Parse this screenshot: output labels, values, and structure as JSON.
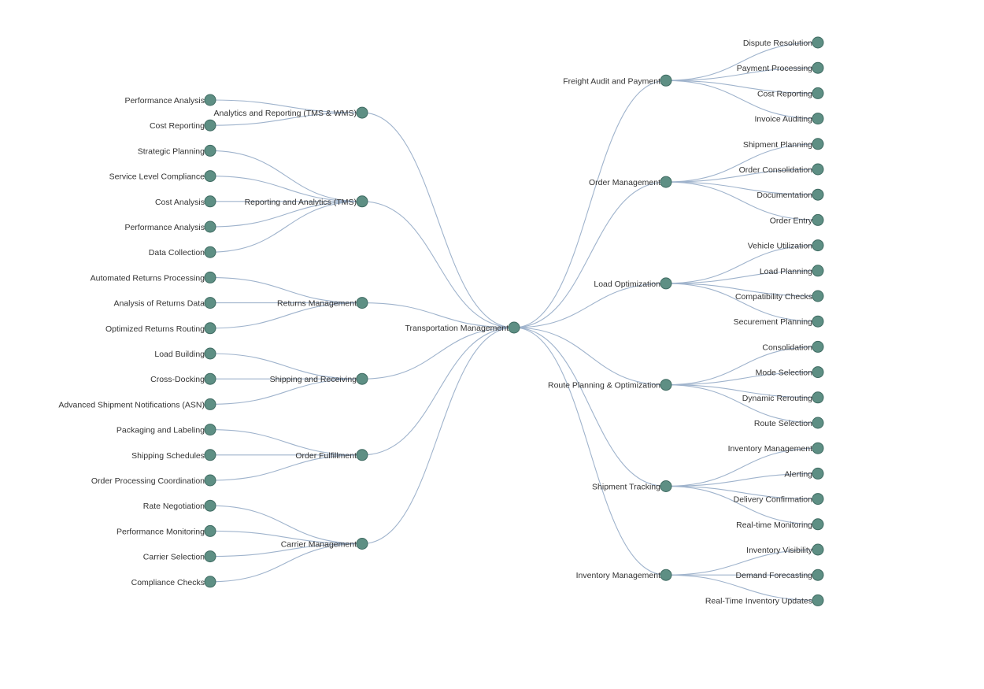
{
  "colors": {
    "node_fill": "#5e8f84",
    "node_stroke": "#3f6b62",
    "link": "#9fb3cc",
    "text": "#333333"
  },
  "tree": {
    "root": "Transportation Management",
    "left": [
      {
        "label": "Analytics and Reporting (TMS & WMS)",
        "children": [
          "Performance Analysis",
          "Cost Reporting"
        ]
      },
      {
        "label": "Reporting and Analytics (TMS)",
        "children": [
          "Strategic Planning",
          "Service Level Compliance",
          "Cost Analysis",
          "Performance Analysis",
          "Data Collection"
        ]
      },
      {
        "label": "Returns Management",
        "children": [
          "Automated Returns Processing",
          "Analysis of Returns Data",
          "Optimized Returns Routing"
        ]
      },
      {
        "label": "Shipping and Receiving",
        "children": [
          "Load Building",
          "Cross-Docking",
          "Advanced Shipment Notifications (ASN)"
        ]
      },
      {
        "label": "Order Fulfillment",
        "children": [
          "Packaging and Labeling",
          "Shipping Schedules",
          "Order Processing Coordination"
        ]
      },
      {
        "label": "Carrier Management",
        "children": [
          "Rate Negotiation",
          "Performance Monitoring",
          "Carrier Selection",
          "Compliance Checks"
        ]
      }
    ],
    "right": [
      {
        "label": "Freight Audit and Payment",
        "children": [
          "Dispute Resolution",
          "Payment Processing",
          "Cost Reporting",
          "Invoice Auditing"
        ]
      },
      {
        "label": "Order Management",
        "children": [
          "Shipment Planning",
          "Order Consolidation",
          "Documentation",
          "Order Entry"
        ]
      },
      {
        "label": "Load Optimization",
        "children": [
          "Vehicle Utilization",
          "Load Planning",
          "Compatibility Checks",
          "Securement Planning"
        ]
      },
      {
        "label": "Route Planning & Optimization",
        "children": [
          "Consolidation",
          "Mode Selection",
          "Dynamic Rerouting",
          "Route Selection"
        ]
      },
      {
        "label": "Shipment Tracking",
        "children": [
          "Inventory Management",
          "Alerting",
          "Delivery Confirmation",
          "Real-time Monitoring"
        ]
      },
      {
        "label": "Inventory Management",
        "children": [
          "Inventory Visibility",
          "Demand Forecasting",
          "Real-Time Inventory Updates"
        ]
      }
    ]
  }
}
